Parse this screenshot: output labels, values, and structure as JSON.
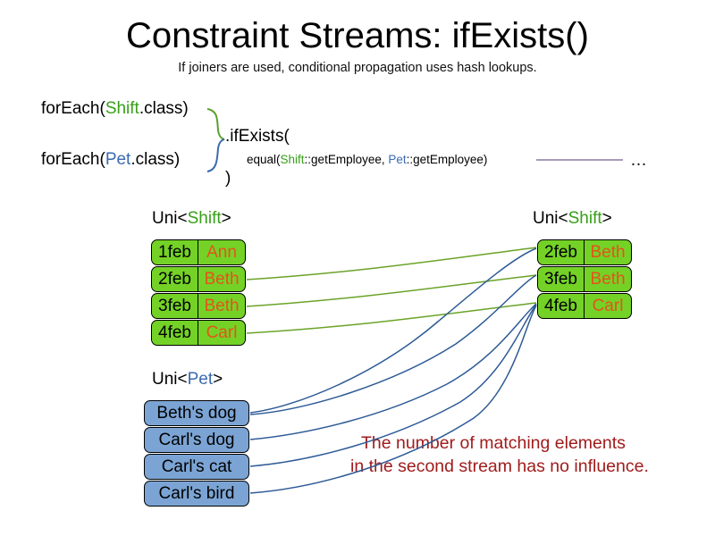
{
  "slide": {
    "title": "Constraint Streams: ifExists()",
    "subtitle": "If joiners are used, conditional propagation uses hash lookups.",
    "background": "#ffffff"
  },
  "colors": {
    "shift_green": "#37a018",
    "pet_blue": "#3a6ab0",
    "card_green_fill": "#74d227",
    "card_blue_fill": "#7ba4d4",
    "card_value_orange": "#e4541a",
    "annotation_red": "#a01c1c",
    "link_green": "#6aa328",
    "link_blue": "#2d5a96",
    "tail_line": "#8a7aa0"
  },
  "code": {
    "line1": {
      "prefix": "forEach(",
      "type": "Shift",
      "suffix": ".class)"
    },
    "line2": {
      "prefix": "forEach(",
      "type": "Pet",
      "suffix": ".class)"
    },
    "if_exists": ".ifExists(",
    "equal": {
      "prefix": "equal(",
      "left_type": "Shift",
      "left_method": "::getEmployee, ",
      "right_type": "Pet",
      "right_method": "::getEmployee)"
    },
    "close_paren": ")",
    "ellipsis": "…"
  },
  "streams": {
    "left_shift": {
      "header_prefix": "Uni<",
      "header_type": "Shift",
      "header_suffix": ">",
      "rows": [
        {
          "key": "1feb",
          "value": "Ann"
        },
        {
          "key": "2feb",
          "value": "Beth"
        },
        {
          "key": "3feb",
          "value": "Beth"
        },
        {
          "key": "4feb",
          "value": "Carl"
        }
      ]
    },
    "left_pet": {
      "header_prefix": "Uni<",
      "header_type": "Pet",
      "header_suffix": ">",
      "rows": [
        {
          "value": "Beth's dog"
        },
        {
          "value": "Carl's dog"
        },
        {
          "value": "Carl's cat"
        },
        {
          "value": "Carl's bird"
        }
      ]
    },
    "right_shift": {
      "header_prefix": "Uni<",
      "header_type": "Shift",
      "header_suffix": ">",
      "rows": [
        {
          "key": "2feb",
          "value": "Beth"
        },
        {
          "key": "3feb",
          "value": "Beth"
        },
        {
          "key": "4feb",
          "value": "Carl"
        }
      ]
    }
  },
  "annotation": {
    "line1": "The number of matching elements",
    "line2": "in the second stream has no influence."
  },
  "chart_data": {
    "type": "diagram",
    "title": "Constraint Streams: ifExists()",
    "nodes": {
      "left_shift": [
        "1feb/Ann",
        "2feb/Beth",
        "3feb/Beth",
        "4feb/Carl"
      ],
      "left_pet": [
        "Beth's dog",
        "Carl's dog",
        "Carl's cat",
        "Carl's bird"
      ],
      "right_shift": [
        "2feb/Beth",
        "3feb/Beth",
        "4feb/Carl"
      ]
    },
    "edges_green": [
      {
        "from": "2feb/Beth",
        "to": "2feb/Beth"
      },
      {
        "from": "3feb/Beth",
        "to": "3feb/Beth"
      },
      {
        "from": "4feb/Carl",
        "to": "4feb/Carl"
      }
    ],
    "edges_blue": [
      {
        "from": "Beth's dog",
        "to": "2feb/Beth"
      },
      {
        "from": "Beth's dog",
        "to": "3feb/Beth"
      },
      {
        "from": "Carl's dog",
        "to": "4feb/Carl"
      },
      {
        "from": "Carl's cat",
        "to": "4feb/Carl"
      },
      {
        "from": "Carl's bird",
        "to": "4feb/Carl"
      }
    ]
  }
}
